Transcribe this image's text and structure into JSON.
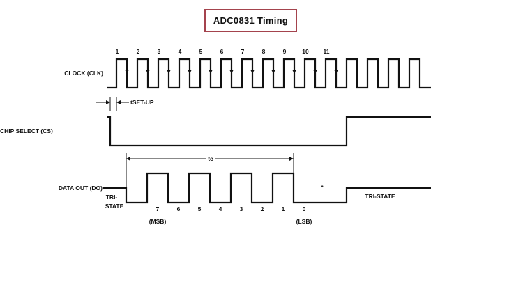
{
  "title": "ADC0831 Timing",
  "colors": {
    "title_border": "#a4434d",
    "ink": "#111111"
  },
  "signals": {
    "clock": {
      "label": "CLOCK (CLK)",
      "pulse_count": 15,
      "numbered_pulses": [
        "1",
        "2",
        "3",
        "4",
        "5",
        "6",
        "7",
        "8",
        "9",
        "10",
        "11"
      ]
    },
    "chip_select": {
      "label": "CHIP SELECT (CS)",
      "overbar": "CS"
    },
    "data_out": {
      "label": "DATA OUT (DO)",
      "bits": [
        "7",
        "6",
        "5",
        "4",
        "3",
        "2",
        "1",
        "0"
      ],
      "levels": [
        1,
        0,
        1,
        0,
        1,
        0,
        1,
        0
      ],
      "msb_label": "(MSB)",
      "lsb_label": "(LSB)",
      "tristate_left": [
        "TRI-",
        "STATE"
      ],
      "tristate_right": "TRI-STATE",
      "note_marker": "*"
    }
  },
  "annotations": {
    "setup_label": "tSET-UP",
    "conversion_label": "tc"
  }
}
